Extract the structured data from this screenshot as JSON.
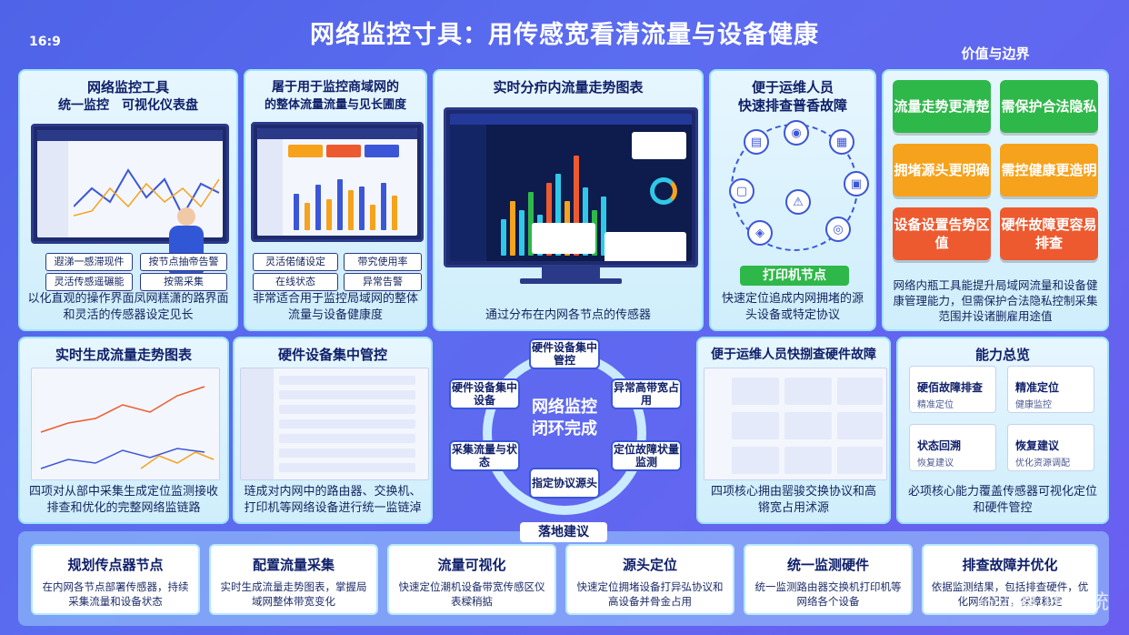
{
  "title": "网络监控寸具：用传感宽看清流量与设备健康",
  "ratio": "16:9",
  "panels": {
    "p1": {
      "title": "网络监控工具",
      "subtitle": "统一监控　可视化仪表盘",
      "tags": [
        "遐涕一感滞现件",
        "按节点抽帝告警",
        "灵活传感遥碾能",
        "按需采集"
      ],
      "caption": "以化直观的操作界面凤网糕潇的路界面和灵活的传感器设定见长"
    },
    "p2": {
      "title": "屠于用于监控商域网的",
      "subtitle": "的整体流量流量与见长圃度",
      "tags": [
        "灵活偌储设定",
        "带究使用率",
        "在线状态",
        "异常告警"
      ],
      "caption": "非常适合用于监控局域网的整体流量与设备健康度"
    },
    "p3": {
      "title": "实时分疖内流量走势图表",
      "caption": "通过分布在内网各节点的传感器"
    },
    "p4": {
      "title": "便于运维人员",
      "subtitle": "快速排查普香故障",
      "node_label": "打印机节点",
      "caption": "快速定位追成内网拥堵的源头设备或特定协议"
    },
    "p5": {
      "title": "价值与边界",
      "cards": [
        "流量走势更清楚",
        "需保护合法隐私",
        "拥堵源头更明确",
        "需控健康更造明",
        "设备设置告势区值",
        "硬件故障更容易排查"
      ],
      "caption": "网络内瓶工具能提升局域网流量和设备健康管理能力，但需保护合法隐私控制采集范围并设诸删雇用途值"
    }
  },
  "row2": {
    "a": {
      "title": "实时生成流量走势图表",
      "caption": "四项对从部中采集生成定位监测接收排查和优化的完整网络监链路"
    },
    "b": {
      "title": "硬件设备集中管控",
      "caption": "琏成对内网中的路由器、交换机、打印机等网络设备进行统一监链淖"
    },
    "c": {
      "title": "便于运维人员快捌查硬件故障",
      "caption": "四项核心拥由罂骏交换协议和高锵宽占用沭源"
    },
    "d": {
      "title": "能力总览",
      "caps": [
        {
          "t": "硬佰故障排查",
          "s": "精准定位"
        },
        {
          "t": "精准定位",
          "s": "健康监控"
        },
        {
          "t": "状态回溯",
          "s": "恢复建议"
        },
        {
          "t": "恢复建议",
          "s": "优化资源调配"
        }
      ],
      "caption": "必项核心能力覆盖传感器可视化定位和硬件管控"
    }
  },
  "cycle": {
    "center": "网络监控闭环完成",
    "nodes": [
      "硬件设备集中管控",
      "异常高带宽占用",
      "定位故障状量监测",
      "指定协议源头",
      "采集流量与状态",
      "硬件设备集中设备"
    ]
  },
  "recommend": {
    "label": "落地建议",
    "cards": [
      {
        "title": "规划传点器节点",
        "text": "在内网各节点部署传感器，持续采集流量和设备状态"
      },
      {
        "title": "配置流量采集",
        "text": "实时生成流量走势图表，掌握局域网整体带宽变化"
      },
      {
        "title": "流量可视化",
        "text": "快速定位潮机设备带宽传感区仪表樑稍掂"
      },
      {
        "title": "源头定位",
        "text": "快速定位拥堵设备打异弘协议和高设备并骨金占用"
      },
      {
        "title": "统一监测硬件",
        "text": "统一监测路由器交换机打印机等网络各个设备"
      },
      {
        "title": "排查故障并优化",
        "text": "依据监测结果，包括排查硬件，优化网络配置，保障稳定"
      }
    ]
  },
  "watermark": "@洞察 IT 系统",
  "colors": {
    "green": "#2fb84a",
    "orange": "#f6a21c",
    "red": "#ee5a2f",
    "accent": "#3b57d8"
  }
}
